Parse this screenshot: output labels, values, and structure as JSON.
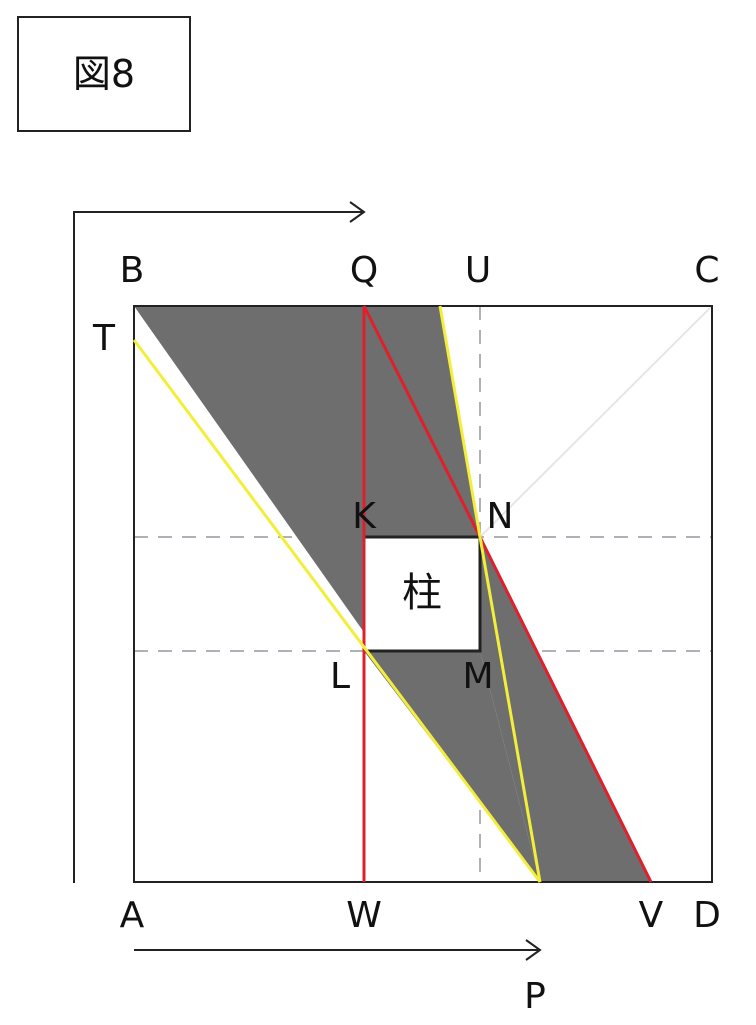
{
  "figure": {
    "title": "図8",
    "pillar_label": "柱",
    "points": {
      "A": "A",
      "B": "B",
      "C": "C",
      "D": "D",
      "Q": "Q",
      "U": "U",
      "T": "T",
      "K": "K",
      "N": "N",
      "L": "L",
      "M": "M",
      "W": "W",
      "V": "V",
      "P": "P"
    },
    "colors": {
      "shade": "#6e6e6e",
      "red_line": "#e01f2d",
      "yellow_line": "#f2ee3a",
      "frame": "#222222",
      "dashed": "#b0b0b8"
    }
  }
}
